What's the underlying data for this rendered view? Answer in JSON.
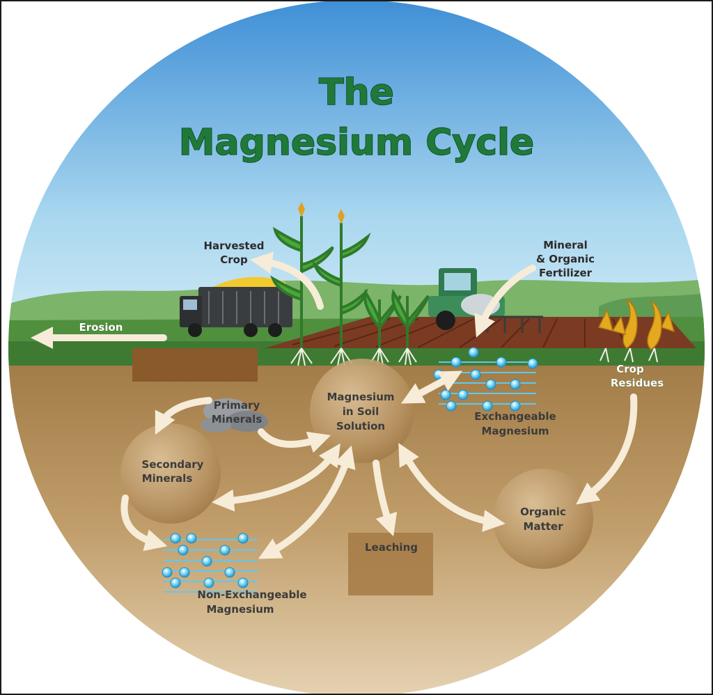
{
  "title": {
    "line1": "The",
    "line2": "Magnesium Cycle"
  },
  "labels": {
    "harvested_crop": [
      "Harvested",
      "Crop"
    ],
    "fertilizer": [
      "Mineral",
      "& Organic",
      "Fertilizer"
    ],
    "erosion": "Erosion",
    "crop_residues": [
      "Crop",
      "Residues"
    ],
    "soil_solution": [
      "Magnesium",
      "in Soil",
      "Solution"
    ],
    "primary_minerals": [
      "Primary",
      "Minerals"
    ],
    "exchangeable": [
      "Exchangeable",
      "Magnesium"
    ],
    "secondary_minerals": [
      "Secondary",
      "Minerals"
    ],
    "organic_matter": [
      "Organic",
      "Matter"
    ],
    "leaching": "Leaching",
    "non_exchangeable": [
      "Non-Exchangeable",
      "Magnesium"
    ]
  },
  "colors": {
    "title_green": "#1f7a3a",
    "sky_top": "#3f8fd6",
    "soil": "#b8935f",
    "field": "#7a3b22",
    "grass": "#4a8a3a",
    "arrow": "#f6ecd8",
    "magnesium_dot": "#5ec8f0"
  }
}
